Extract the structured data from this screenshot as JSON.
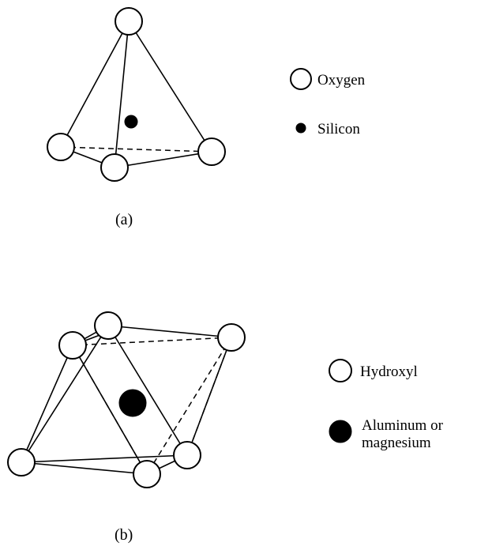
{
  "figure_a": {
    "caption": "(a)",
    "legend": [
      {
        "symbol": "open-circle",
        "label": "Oxygen"
      },
      {
        "symbol": "filled-dot",
        "label": "Silicon"
      }
    ]
  },
  "figure_b": {
    "caption": "(b)",
    "legend": [
      {
        "symbol": "open-circle",
        "label": "Hydroxyl"
      },
      {
        "symbol": "filled-circle",
        "label_line1": "Aluminum or",
        "label_line2": "magnesium"
      }
    ]
  },
  "colors": {
    "ink": "#000000",
    "paper": "#ffffff"
  }
}
